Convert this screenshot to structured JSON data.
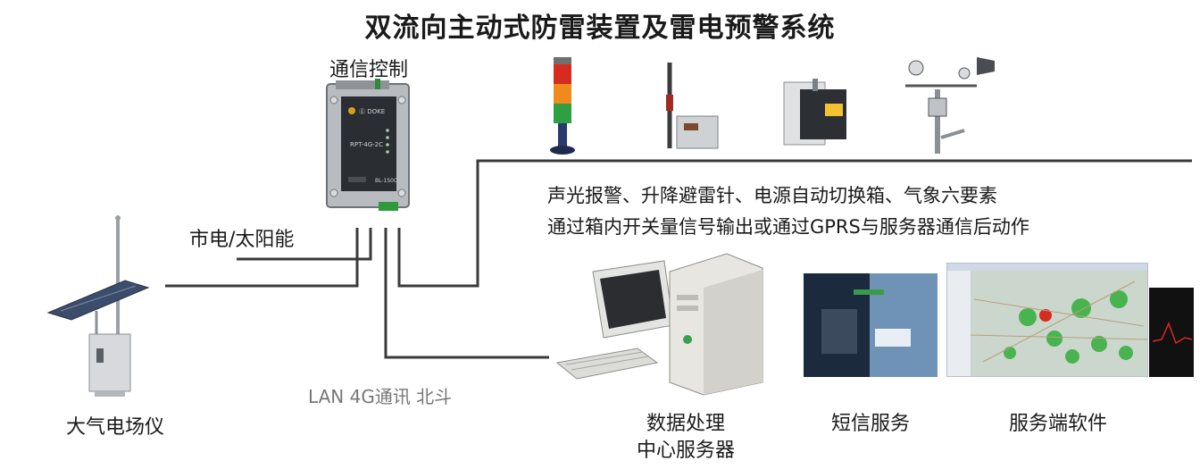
{
  "title": "双流向主动式防雷装置及雷电预警系统",
  "controller": {
    "label": "通信控制",
    "brand_text": "ⓖ DOKE",
    "model_text": "RPT-4G-2C",
    "bottom_code": "BL-1S0C"
  },
  "power_label": "市电/太阳能",
  "comm_label": "LAN 4G通讯 北斗",
  "field_sensor_label": "大气电场仪",
  "actuators": {
    "line1": "声光报警、升降避雷针、电源自动切换箱、气象六要素",
    "line2": "通过箱内开关量信号输出或通过GPRS与服务器通信后动作"
  },
  "server": {
    "label_line1": "数据处理",
    "label_line2": "中心服务器"
  },
  "sms_label": "短信服务",
  "software_label": "服务端软件",
  "colors": {
    "line": "#3a3a3a",
    "signal_red": "#d62b1e",
    "signal_orange": "#f08a1c",
    "signal_green": "#2ea043",
    "map_green": "#3cb043"
  }
}
